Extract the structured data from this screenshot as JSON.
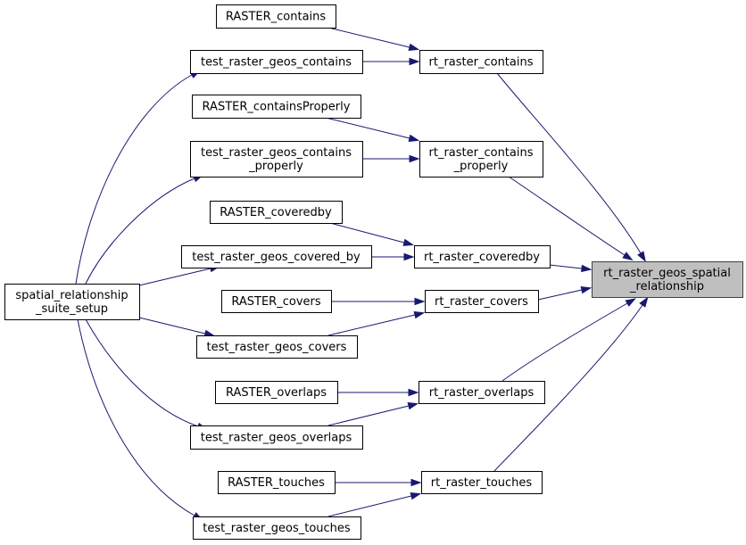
{
  "diagram": {
    "type": "call-graph",
    "edge_color": "#191970",
    "target_fill": "#bfbfbf",
    "nodes": [
      {
        "id": "target",
        "lines": [
          "rt_raster_geos_spatial",
          "_relationship"
        ],
        "highlighted": true
      },
      {
        "id": "rt_contains",
        "lines": [
          "rt_raster_contains"
        ]
      },
      {
        "id": "rt_contains_properly",
        "lines": [
          "rt_raster_contains",
          "_properly"
        ]
      },
      {
        "id": "rt_coveredby",
        "lines": [
          "rt_raster_coveredby"
        ]
      },
      {
        "id": "rt_covers",
        "lines": [
          "rt_raster_covers"
        ]
      },
      {
        "id": "rt_overlaps",
        "lines": [
          "rt_raster_overlaps"
        ]
      },
      {
        "id": "rt_touches",
        "lines": [
          "rt_raster_touches"
        ]
      },
      {
        "id": "R_contains",
        "lines": [
          "RASTER_contains"
        ]
      },
      {
        "id": "T_contains",
        "lines": [
          "test_raster_geos_contains"
        ]
      },
      {
        "id": "R_containsProperly",
        "lines": [
          "RASTER_containsProperly"
        ]
      },
      {
        "id": "T_contains_properly",
        "lines": [
          "test_raster_geos_contains",
          "_properly"
        ]
      },
      {
        "id": "R_coveredby",
        "lines": [
          "RASTER_coveredby"
        ]
      },
      {
        "id": "T_covered_by",
        "lines": [
          "test_raster_geos_covered_by"
        ]
      },
      {
        "id": "R_covers",
        "lines": [
          "RASTER_covers"
        ]
      },
      {
        "id": "T_covers",
        "lines": [
          "test_raster_geos_covers"
        ]
      },
      {
        "id": "R_overlaps",
        "lines": [
          "RASTER_overlaps"
        ]
      },
      {
        "id": "T_overlaps",
        "lines": [
          "test_raster_geos_overlaps"
        ]
      },
      {
        "id": "R_touches",
        "lines": [
          "RASTER_touches"
        ]
      },
      {
        "id": "T_touches",
        "lines": [
          "test_raster_geos_touches"
        ]
      },
      {
        "id": "suite_setup",
        "lines": [
          "spatial_relationship",
          "_suite_setup"
        ]
      }
    ],
    "edges": [
      {
        "from": "rt_contains",
        "to": "target"
      },
      {
        "from": "rt_contains_properly",
        "to": "target"
      },
      {
        "from": "rt_coveredby",
        "to": "target"
      },
      {
        "from": "rt_covers",
        "to": "target"
      },
      {
        "from": "rt_overlaps",
        "to": "target"
      },
      {
        "from": "rt_touches",
        "to": "target"
      },
      {
        "from": "R_contains",
        "to": "rt_contains"
      },
      {
        "from": "T_contains",
        "to": "rt_contains"
      },
      {
        "from": "R_containsProperly",
        "to": "rt_contains_properly"
      },
      {
        "from": "T_contains_properly",
        "to": "rt_contains_properly"
      },
      {
        "from": "R_coveredby",
        "to": "rt_coveredby"
      },
      {
        "from": "T_covered_by",
        "to": "rt_coveredby"
      },
      {
        "from": "R_covers",
        "to": "rt_covers"
      },
      {
        "from": "T_covers",
        "to": "rt_covers"
      },
      {
        "from": "R_overlaps",
        "to": "rt_overlaps"
      },
      {
        "from": "T_overlaps",
        "to": "rt_overlaps"
      },
      {
        "from": "R_touches",
        "to": "rt_touches"
      },
      {
        "from": "T_touches",
        "to": "rt_touches"
      },
      {
        "from": "suite_setup",
        "to": "T_contains"
      },
      {
        "from": "suite_setup",
        "to": "T_contains_properly"
      },
      {
        "from": "suite_setup",
        "to": "T_covered_by"
      },
      {
        "from": "suite_setup",
        "to": "T_covers"
      },
      {
        "from": "suite_setup",
        "to": "T_overlaps"
      },
      {
        "from": "suite_setup",
        "to": "T_touches"
      }
    ]
  }
}
